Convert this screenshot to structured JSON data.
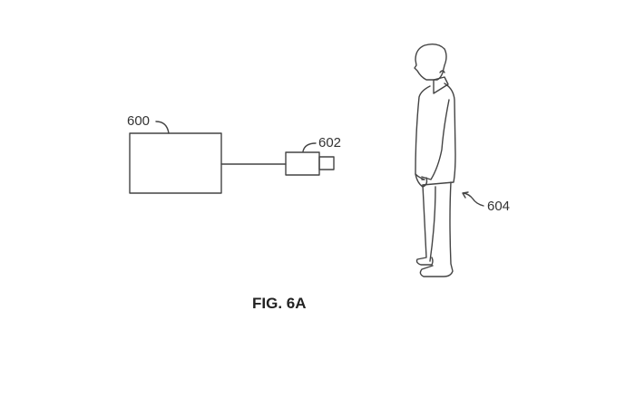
{
  "labels": {
    "processor": "600",
    "camera": "602",
    "person": "604"
  },
  "caption": "FIG. 6A",
  "colors": {
    "line": "#444444",
    "background": "#ffffff"
  }
}
